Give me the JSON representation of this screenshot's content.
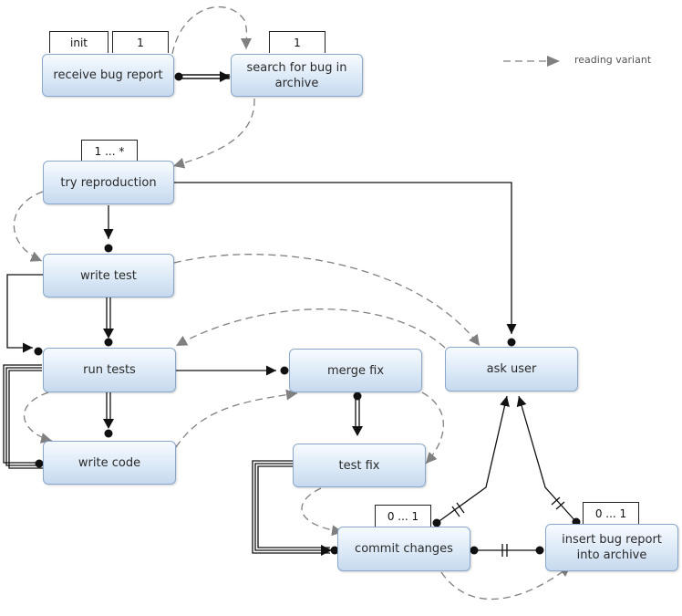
{
  "nodes": {
    "receive_bug_report": "receive bug report",
    "search_for_bug": "search for bug in archive",
    "try_reproduction": "try reproduction",
    "write_test": "write test",
    "run_tests": "run tests",
    "write_code": "write code",
    "merge_fix": "merge fix",
    "test_fix": "test fix",
    "ask_user": "ask user",
    "commit_changes": "commit changes",
    "insert_bug_report": "insert bug report into archive"
  },
  "cards": {
    "init": "init",
    "receive_count": "1",
    "search_count": "1",
    "try_count": "1 ... *",
    "commit_count": "0 ... 1",
    "insert_count": "0 ... 1"
  },
  "legend": {
    "reading_variant": "reading variant"
  },
  "colors": {
    "node_border": "#8aa8cc",
    "node_fill_top": "#f7fbff",
    "node_fill_bottom": "#c6d9ee",
    "edge": "#111111",
    "dashed_edge": "#808080"
  }
}
